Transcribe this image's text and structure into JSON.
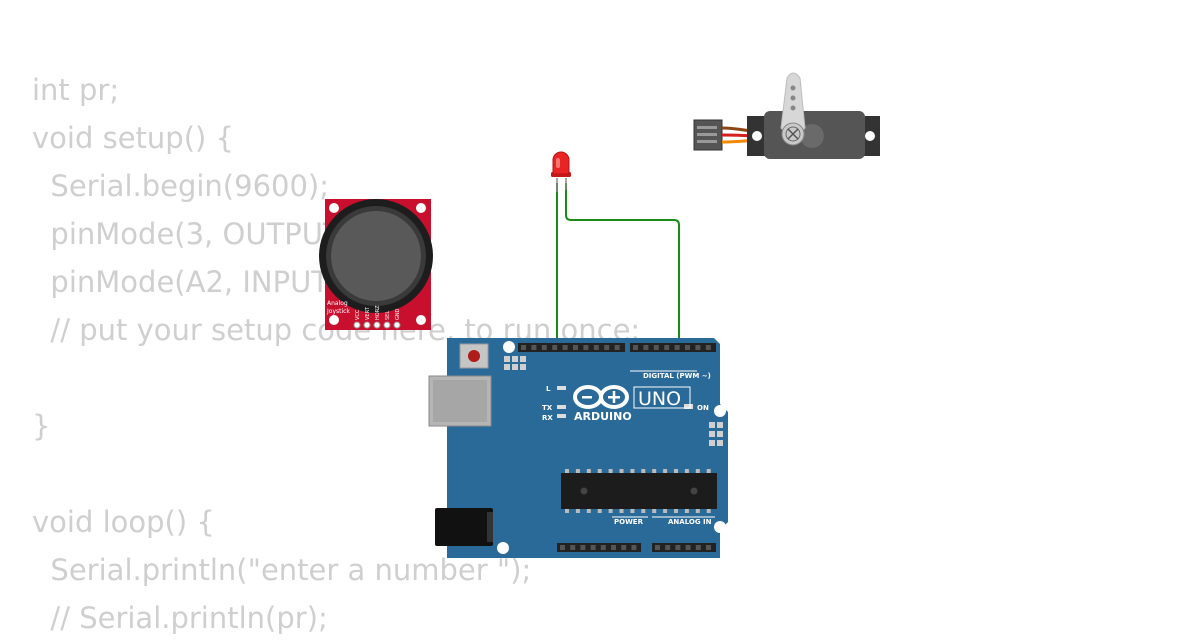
{
  "code_lines": [
    "int pr;",
    "void setup() {",
    "  Serial.begin(9600);",
    "  pinMode(3, OUTPUT);",
    "  pinMode(A2, INPUT);",
    "  // put your setup code here, to run once:",
    "",
    "}",
    "",
    "void loop() {",
    "  Serial.println(\"enter a number \");",
    "  // Serial.println(pr);"
  ],
  "board": {
    "brand": "ARDUINO",
    "model": "UNO",
    "digital_label": "DIGITAL (PWM ~)",
    "power_label": "POWER",
    "analog_label": "ANALOG IN",
    "on_label": "ON",
    "l_label": "L",
    "tx_label": "TX",
    "rx_label": "RX",
    "color": "#2a6a99"
  },
  "joystick": {
    "label_line1": "Analog",
    "label_line2": "Joystick",
    "pins": [
      "VCC",
      "VERT",
      "HORZ",
      "SEL",
      "GND"
    ],
    "color": "#c8102e"
  },
  "wire_color": "#1a8c1a",
  "led_color": "#e82424"
}
